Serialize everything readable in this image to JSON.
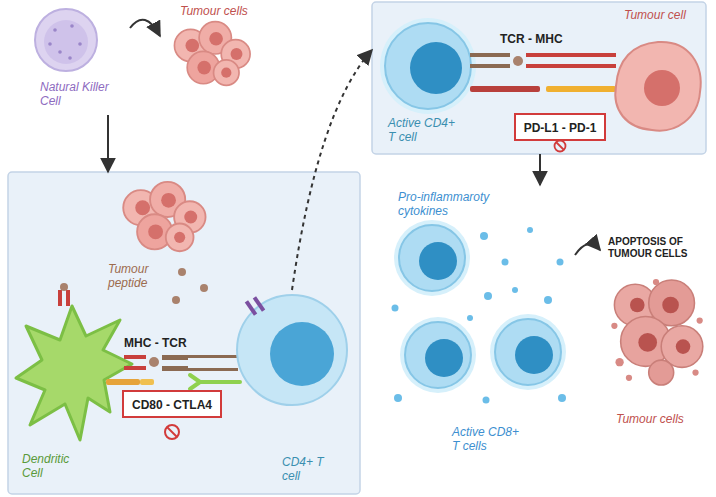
{
  "diagram": {
    "nodes": [
      {
        "text": [
          "Natural Killer Cell"
        ]
      },
      {
        "text": [
          "Tumour cells"
        ]
      },
      {
        "text": [
          "Tumour peptide",
          "MHC - TCR"
        ]
      },
      {
        "text": [
          "Dendritic Cell"
        ],
        "in": 2
      },
      {
        "text": [
          "CD80 - CTLA4"
        ],
        "in": 2
      },
      {
        "text": [
          "CD4+ T cell"
        ],
        "in": 2
      },
      {
        "text": [
          "TCR - MHC"
        ]
      },
      {
        "text": [
          "Active CD4+ T cell"
        ],
        "in": 6
      },
      {
        "text": [
          "PD-L1 - PD-1"
        ],
        "in": 6
      },
      {
        "text": [
          "Tumour cell"
        ],
        "in": 6
      },
      {
        "text": [
          "Pro-inflammaroty cytokines",
          "Active CD8+ T cells"
        ]
      },
      {
        "text": [
          "APOPTOSIS OF TUMOUR CELLS",
          "Tumour cells"
        ]
      }
    ],
    "edges": [
      {
        "from": 0,
        "to": 1,
        "arrow": "to"
      },
      {
        "from": 0,
        "to": 2,
        "arrow": "to"
      },
      {
        "from": 5,
        "to": 6,
        "arrow": "to"
      },
      {
        "from": 6,
        "to": 10,
        "arrow": "to"
      },
      {
        "from": 10,
        "to": 11,
        "arrow": "to"
      }
    ]
  }
}
